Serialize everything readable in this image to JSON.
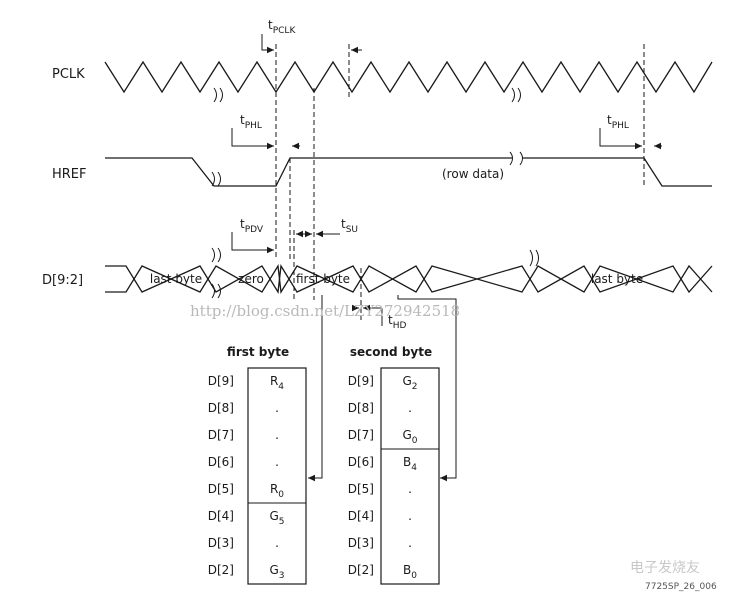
{
  "signals": {
    "pclk": "PCLK",
    "href": "HREF",
    "data": "D[9:2]"
  },
  "timing": {
    "t_pclk": {
      "t": "t",
      "sub": "PCLK"
    },
    "t_phl": {
      "t": "t",
      "sub": "PHL"
    },
    "t_pdv": {
      "t": "t",
      "sub": "PDV"
    },
    "t_su": {
      "t": "t",
      "sub": "SU"
    },
    "t_hd": {
      "t": "t",
      "sub": "HD"
    }
  },
  "href_note": "(row data)",
  "data_segments": [
    "last byte",
    "zero",
    "first byte",
    "last byte"
  ],
  "watermark": "http://blog.csdn.net/LZY272942518",
  "tables": [
    {
      "title": "first byte",
      "rows": [
        {
          "pin": "D[9]",
          "base": "R",
          "sub": "4"
        },
        {
          "pin": "D[8]",
          "base": ".",
          "sub": ""
        },
        {
          "pin": "D[7]",
          "base": ".",
          "sub": ""
        },
        {
          "pin": "D[6]",
          "base": ".",
          "sub": ""
        },
        {
          "pin": "D[5]",
          "base": "R",
          "sub": "0"
        },
        {
          "pin": "D[4]",
          "base": "G",
          "sub": "5"
        },
        {
          "pin": "D[3]",
          "base": ".",
          "sub": ""
        },
        {
          "pin": "D[2]",
          "base": "G",
          "sub": "3"
        }
      ]
    },
    {
      "title": "second byte",
      "rows": [
        {
          "pin": "D[9]",
          "base": "G",
          "sub": "2"
        },
        {
          "pin": "D[8]",
          "base": ".",
          "sub": ""
        },
        {
          "pin": "D[7]",
          "base": "G",
          "sub": "0"
        },
        {
          "pin": "D[6]",
          "base": "B",
          "sub": "4"
        },
        {
          "pin": "D[5]",
          "base": ".",
          "sub": ""
        },
        {
          "pin": "D[4]",
          "base": ".",
          "sub": ""
        },
        {
          "pin": "D[3]",
          "base": ".",
          "sub": ""
        },
        {
          "pin": "D[2]",
          "base": "B",
          "sub": "0"
        }
      ]
    }
  ],
  "figure_id": "7725SP_26_006",
  "logo_text": "电子发烧友"
}
